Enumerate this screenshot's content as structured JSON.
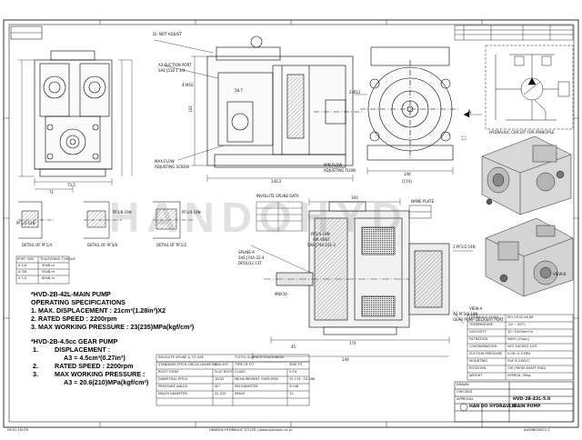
{
  "watermark": "HANDOHYD",
  "main_pump": {
    "title": "*HVD-2B-42L-MAIN PUMP",
    "subtitle": "OPERATING SPECIFICATIONS",
    "line1": "1. MAX. DISPLACEMENT : 21cm³(1.28in³)X2",
    "line2": "2. RATED SPEED : 2200rpm",
    "line3": "3. MAX WORKING PRESSURE : 23(235)MPa(kgf/cm²)"
  },
  "gear_pump": {
    "title": "*HVD-2B-4.5cc GEAR PUMP",
    "l1": "1.",
    "l1b": "DISPLACEMENT :",
    "l1c": "A3 = 4.5cm³(0.27in³)",
    "l2": "2.",
    "l2b": "RATED SPEED : 2200rpm",
    "l3": "3.",
    "l3b": "MAX WORKING PRESSURE :",
    "l3c": "A3 = 20.6(210)MPa(kgf/cm²)"
  },
  "labels": {
    "dr_not_adjust": "Dr. NOT ADJUST",
    "suction_port": "A3-SUCTION PORT",
    "suction_sae": "SAE J518 1 1/4",
    "max_flow_screw": "MAX.FLOW",
    "max_flow_screw2": "ADJUSTING SCREW",
    "min_flow": "MIN.FLOW",
    "min_flow2": "ADJUSTING FLOW",
    "name_plate": "NAME PLATE",
    "air_vent": "AIR VENT",
    "spline_a": "SPLINE-A",
    "spline_a2": "SAE J744-32-4",
    "spline_a3": "DP16/32 13T",
    "involute_spline": "INVOLUTE SPLINE DATA",
    "gear_delivery": "GEAR PUMP DELIVERY PORT",
    "a3_port": "A3-PF3/8-19N",
    "hydraulic_circuit": "HYDRAULIC CIRCUIT FOR PRINCIPLE",
    "view_a": "VIEW-A",
    "view_b": "VIEW-B",
    "arrow_a": "A",
    "port_a": "A",
    "detail_1": "DETAIL OF PF1/4",
    "detail_2": "DETAIL OF PF3/8",
    "detail_3": "DETAIL OF PF1/2",
    "pf14": "PF1/4-19N",
    "pf38": "PF3/8-19N",
    "pf12": "PF1/2-14N",
    "involute_table_title": "INVOLUTE SPLINE & TO SAE",
    "tooth_roughness": "TOOTH SURFACE ROUGHNESS",
    "sae_j744": "SAE J744-101-2",
    "pf_r": "2-PF1/2-14N",
    "m8": "M8X16",
    "company": "HAN DO HYDRAULIC",
    "part_title": "MAIN PUMP",
    "part_no": "HVD-2B-42L-5.0",
    "bottom_left": "HY-01-1M-09",
    "bottom_mid": "HANDOK HYDRAULIC CO.LTD | www.hydraulic.co.kr",
    "bottom_right": "A4/DWG/NO:2-1"
  },
  "dims": {
    "d1": "73.5",
    "d2": "71",
    "d3": "140.2",
    "d4": "146",
    "d5": "174",
    "d6": "249",
    "d7": "45",
    "d8": "160",
    "d9": "58.7",
    "d10": "102",
    "d11": "4-M10",
    "d12": "2-Ø13",
    "d13": "(174)"
  },
  "port_table": {
    "header": [
      "PORT SIZE",
      "TIGHTENING TORQUE"
    ],
    "rows": [
      [
        "A 1/4",
        "30kN.m"
      ],
      [
        "A 3/8",
        "55kN.m"
      ],
      [
        "A 1/2",
        "80kN.m"
      ]
    ]
  },
  "spec_table": {
    "rows": [
      [
        "HYDRAULIC FLUID",
        "ISO VG32,46,68"
      ],
      [
        "TEMPERATURE",
        "-20 ~ 90°C"
      ],
      [
        "VISCOSITY",
        "10~1000mm²/s"
      ],
      [
        "FILTRATION",
        "NAS9 (25μm)"
      ],
      [
        "CONTAMINATION",
        "NOT EXCEED 1/25"
      ],
      [
        "SUCTION PRESSURE",
        "0.08~0.3 MPa"
      ],
      [
        "MOUNTING",
        "SAE B 2-BOLT"
      ],
      [
        "ROTATION",
        "CW (FROM SHAFT END)"
      ],
      [
        "WEIGHT",
        "APPROX. 35kg"
      ]
    ]
  },
  "spline_table": {
    "rows": [
      [
        "STANDARD PITCH CIRCLE DIAMETER",
        "Ø20.637",
        "TYPE OF FIT",
        "SIDE FIT"
      ],
      [
        "ROOT FORM",
        "FLAT ROOT",
        "CLASS",
        "5 FH"
      ],
      [
        "DIAMETRAL PITCH",
        "16/32",
        "MEASUREMENT OVER PINS",
        "29.174~29.288"
      ],
      [
        "PRESSURE ANGLE",
        "30°",
        "PIN DIAMETER",
        "3.048"
      ],
      [
        "MAJOR DIAMETER",
        "22.225",
        "IMAGE",
        "12"
      ]
    ]
  },
  "title_block": {
    "rows": [
      "DRAWN",
      "CHECKED",
      "APPROVAL"
    ]
  }
}
